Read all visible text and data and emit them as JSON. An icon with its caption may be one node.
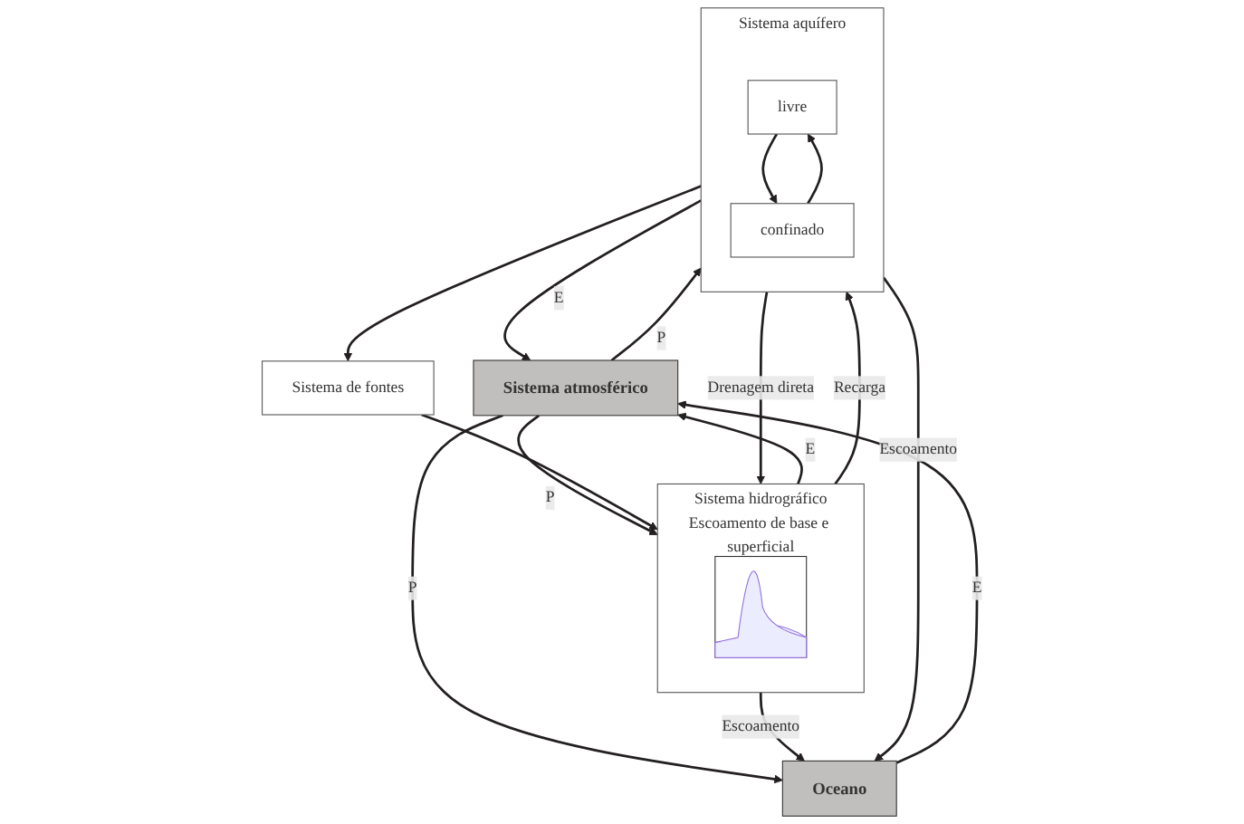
{
  "diagram": {
    "nodes": [
      {
        "text": [
          "Sistema atmosférico"
        ]
      },
      {
        "text": [
          "Sistema hidrográfico",
          "Escoamento de base e superficial"
        ]
      },
      {
        "text": [],
        "shape": "picture",
        "in": 1
      },
      {
        "text": [
          "Sistema de fontes"
        ]
      },
      {
        "text": [
          "Sistema aquífero"
        ]
      },
      {
        "text": [
          "livre"
        ],
        "in": 4
      },
      {
        "text": [
          "confinado"
        ],
        "in": 4
      },
      {
        "text": [
          "Oceano"
        ]
      }
    ],
    "edges": [
      {
        "from": 0,
        "to": 1,
        "arrow": "to",
        "label": "P"
      },
      {
        "from": 1,
        "to": 0,
        "arrow": "to",
        "label": "E"
      },
      {
        "from": 0,
        "to": 4,
        "arrow": "to",
        "label": "P"
      },
      {
        "from": 4,
        "to": 0,
        "arrow": "to",
        "label": "E"
      },
      {
        "from": 0,
        "to": 7,
        "arrow": "to",
        "label": "P"
      },
      {
        "from": 7,
        "to": 0,
        "arrow": "to",
        "label": "E"
      },
      {
        "from": 1,
        "to": 4,
        "arrow": "to",
        "label": "Recarga"
      },
      {
        "from": 4,
        "to": 3,
        "arrow": "to"
      },
      {
        "from": 3,
        "to": 1,
        "arrow": "to"
      },
      {
        "from": 4,
        "to": 1,
        "arrow": "to",
        "label": "Drenagem direta"
      },
      {
        "from": 5,
        "to": 6,
        "arrow": "to"
      },
      {
        "from": 6,
        "to": 5,
        "arrow": "to"
      },
      {
        "from": 1,
        "to": 7,
        "arrow": "to",
        "label": "Escoamento"
      },
      {
        "from": 4,
        "to": 7,
        "arrow": "to",
        "label": "Escoamento"
      }
    ]
  }
}
